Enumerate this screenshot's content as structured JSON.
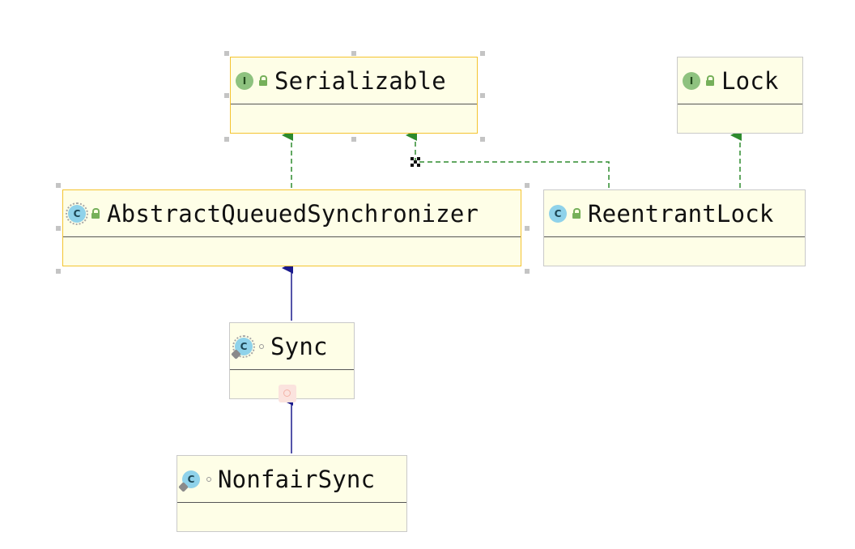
{
  "diagram": {
    "nodes": [
      {
        "id": "serializable",
        "name": "Serializable",
        "kind": "interface",
        "kind_letter": "I",
        "visibility": "public"
      },
      {
        "id": "lock",
        "name": "Lock",
        "kind": "interface",
        "kind_letter": "I",
        "visibility": "public"
      },
      {
        "id": "aqs",
        "name": "AbstractQueuedSynchronizer",
        "kind": "abstract-class",
        "kind_letter": "C",
        "visibility": "public"
      },
      {
        "id": "reentrantlock",
        "name": "ReentrantLock",
        "kind": "class",
        "kind_letter": "C",
        "visibility": "public"
      },
      {
        "id": "sync",
        "name": "Sync",
        "kind": "abstract-inner-class",
        "kind_letter": "C",
        "visibility": "package"
      },
      {
        "id": "nonfairsync",
        "name": "NonfairSync",
        "kind": "inner-class",
        "kind_letter": "C",
        "visibility": "package"
      }
    ],
    "edges": [
      {
        "from": "aqs",
        "to": "serializable",
        "type": "implements"
      },
      {
        "from": "reentrantlock",
        "to": "serializable",
        "type": "implements"
      },
      {
        "from": "reentrantlock",
        "to": "lock",
        "type": "implements"
      },
      {
        "from": "sync",
        "to": "aqs",
        "type": "extends"
      },
      {
        "from": "nonfairsync",
        "to": "sync",
        "type": "extends"
      }
    ],
    "colors": {
      "node_fill": "#fefee7",
      "node_border": "#c9c9c9",
      "selected_border": "#f4c430",
      "implements_edge": "#2e8b2e",
      "extends_edge": "#1a1a8c",
      "interface_icon": "#8ec27f",
      "class_icon": "#8fd2ea"
    }
  }
}
